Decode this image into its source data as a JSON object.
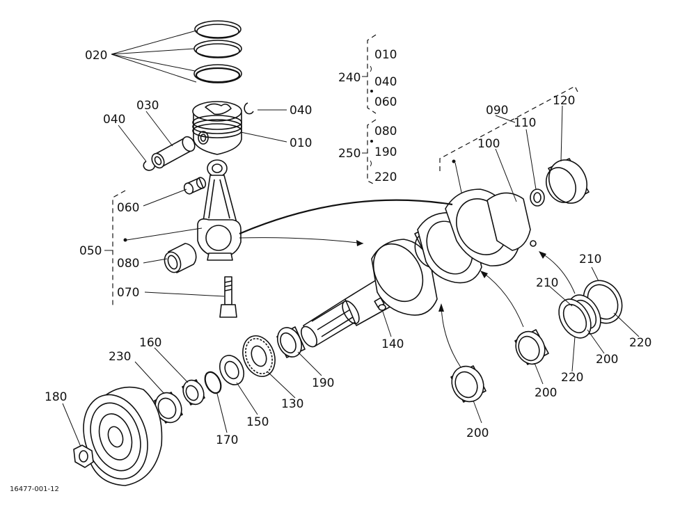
{
  "diagram_code": "16477-001-12",
  "callouts": [
    {
      "id": "p020",
      "text": "020"
    },
    {
      "id": "p030",
      "text": "030"
    },
    {
      "id": "p040a",
      "text": "040"
    },
    {
      "id": "p040b",
      "text": "040"
    },
    {
      "id": "p010",
      "text": "010"
    },
    {
      "id": "p060",
      "text": "060"
    },
    {
      "id": "p050",
      "text": "050"
    },
    {
      "id": "p080",
      "text": "080"
    },
    {
      "id": "p070",
      "text": "070"
    },
    {
      "id": "p240",
      "text": "240"
    },
    {
      "id": "p250",
      "text": "250"
    },
    {
      "id": "g010",
      "text": "010"
    },
    {
      "id": "g040",
      "text": "040"
    },
    {
      "id": "g060",
      "text": "060"
    },
    {
      "id": "g080",
      "text": "080"
    },
    {
      "id": "g190",
      "text": "190"
    },
    {
      "id": "g220",
      "text": "220"
    },
    {
      "id": "p090",
      "text": "090"
    },
    {
      "id": "p120",
      "text": "120"
    },
    {
      "id": "p110",
      "text": "110"
    },
    {
      "id": "p100",
      "text": "100"
    },
    {
      "id": "p210a",
      "text": "210"
    },
    {
      "id": "p210b",
      "text": "210"
    },
    {
      "id": "p220a",
      "text": "220"
    },
    {
      "id": "p220b",
      "text": "220"
    },
    {
      "id": "p200a",
      "text": "200"
    },
    {
      "id": "p200b",
      "text": "200"
    },
    {
      "id": "p200c",
      "text": "200"
    },
    {
      "id": "p140",
      "text": "140"
    },
    {
      "id": "p160",
      "text": "160"
    },
    {
      "id": "p230",
      "text": "230"
    },
    {
      "id": "p180",
      "text": "180"
    },
    {
      "id": "p170",
      "text": "170"
    },
    {
      "id": "p150",
      "text": "150"
    },
    {
      "id": "p130",
      "text": "130"
    },
    {
      "id": "p190",
      "text": "190"
    }
  ]
}
